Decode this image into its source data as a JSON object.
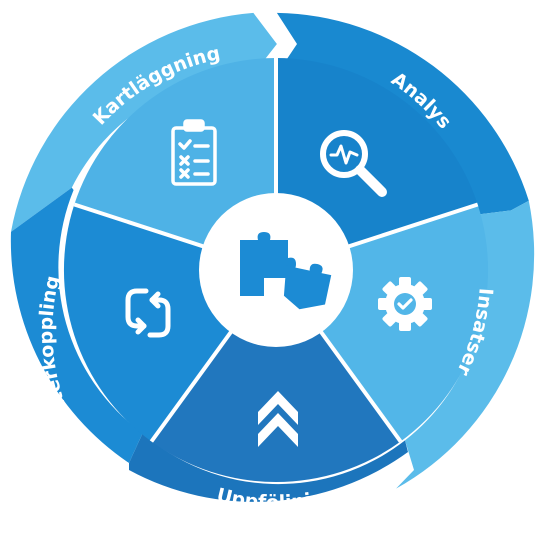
{
  "stages": [
    {
      "key": "kartlaggning",
      "label": "Kartläggning",
      "icon": "checklist-clipboard-icon",
      "ring_color": "#5bbcea",
      "segment_color": "#4eb2e6"
    },
    {
      "key": "analys",
      "label": "Analys",
      "icon": "magnifier-pulse-icon",
      "ring_color": "#1989d0",
      "segment_color": "#1783cb"
    },
    {
      "key": "insatser",
      "label": "Insatser",
      "icon": "gear-check-icon",
      "ring_color": "#5bbcea",
      "segment_color": "#52b6e8"
    },
    {
      "key": "uppfoljning",
      "label": "Uppföljning",
      "icon": "double-chevron-up-icon",
      "ring_color": "#1c75bc",
      "segment_color": "#2177be"
    },
    {
      "key": "aterkoppling",
      "label": "Återkoppling",
      "icon": "refresh-cycle-icon",
      "ring_color": "#1c8bd4",
      "segment_color": "#1c8bd4"
    }
  ],
  "center": {
    "icon": "puzzle-pieces-icon",
    "color": "#ffffff",
    "icon_color": "#1c8bd4"
  }
}
